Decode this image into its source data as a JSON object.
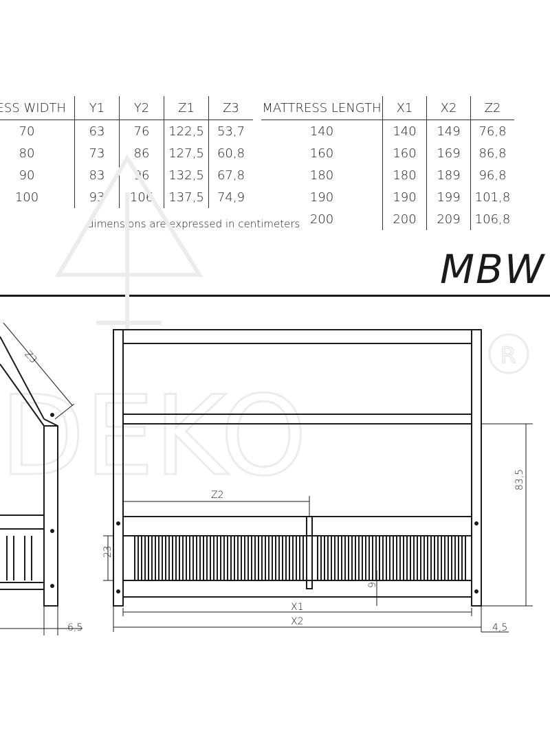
{
  "width_table": {
    "headers": [
      "RESS WIDTH",
      "Y1",
      "Y2",
      "Z1",
      "Z3"
    ],
    "rows": [
      [
        "70",
        "63",
        "76",
        "122,5",
        "53,7"
      ],
      [
        "80",
        "73",
        "86",
        "127,5",
        "60,8"
      ],
      [
        "90",
        "83",
        "96",
        "132,5",
        "67,8"
      ],
      [
        "100",
        "93",
        "106",
        "137,5",
        "74,9"
      ]
    ]
  },
  "length_table": {
    "headers": [
      "MATTRESS LENGTH",
      "X1",
      "X2",
      "Z2"
    ],
    "rows": [
      [
        "140",
        "140",
        "149",
        "76,8"
      ],
      [
        "160",
        "160",
        "169",
        "86,8"
      ],
      [
        "180",
        "180",
        "189",
        "96,8"
      ],
      [
        "190",
        "190",
        "199",
        "101,8"
      ],
      [
        "200",
        "200",
        "209",
        "106,8"
      ]
    ]
  },
  "note": "dimensions are expressed in centimeters",
  "logo": "MBW",
  "labels": {
    "z3": "Z3",
    "z2": "Z2",
    "height_835": "83,5",
    "h23": "23",
    "h9": "9",
    "x1": "X1",
    "x2": "X2",
    "w65": "6,5",
    "w45": "4,5"
  }
}
